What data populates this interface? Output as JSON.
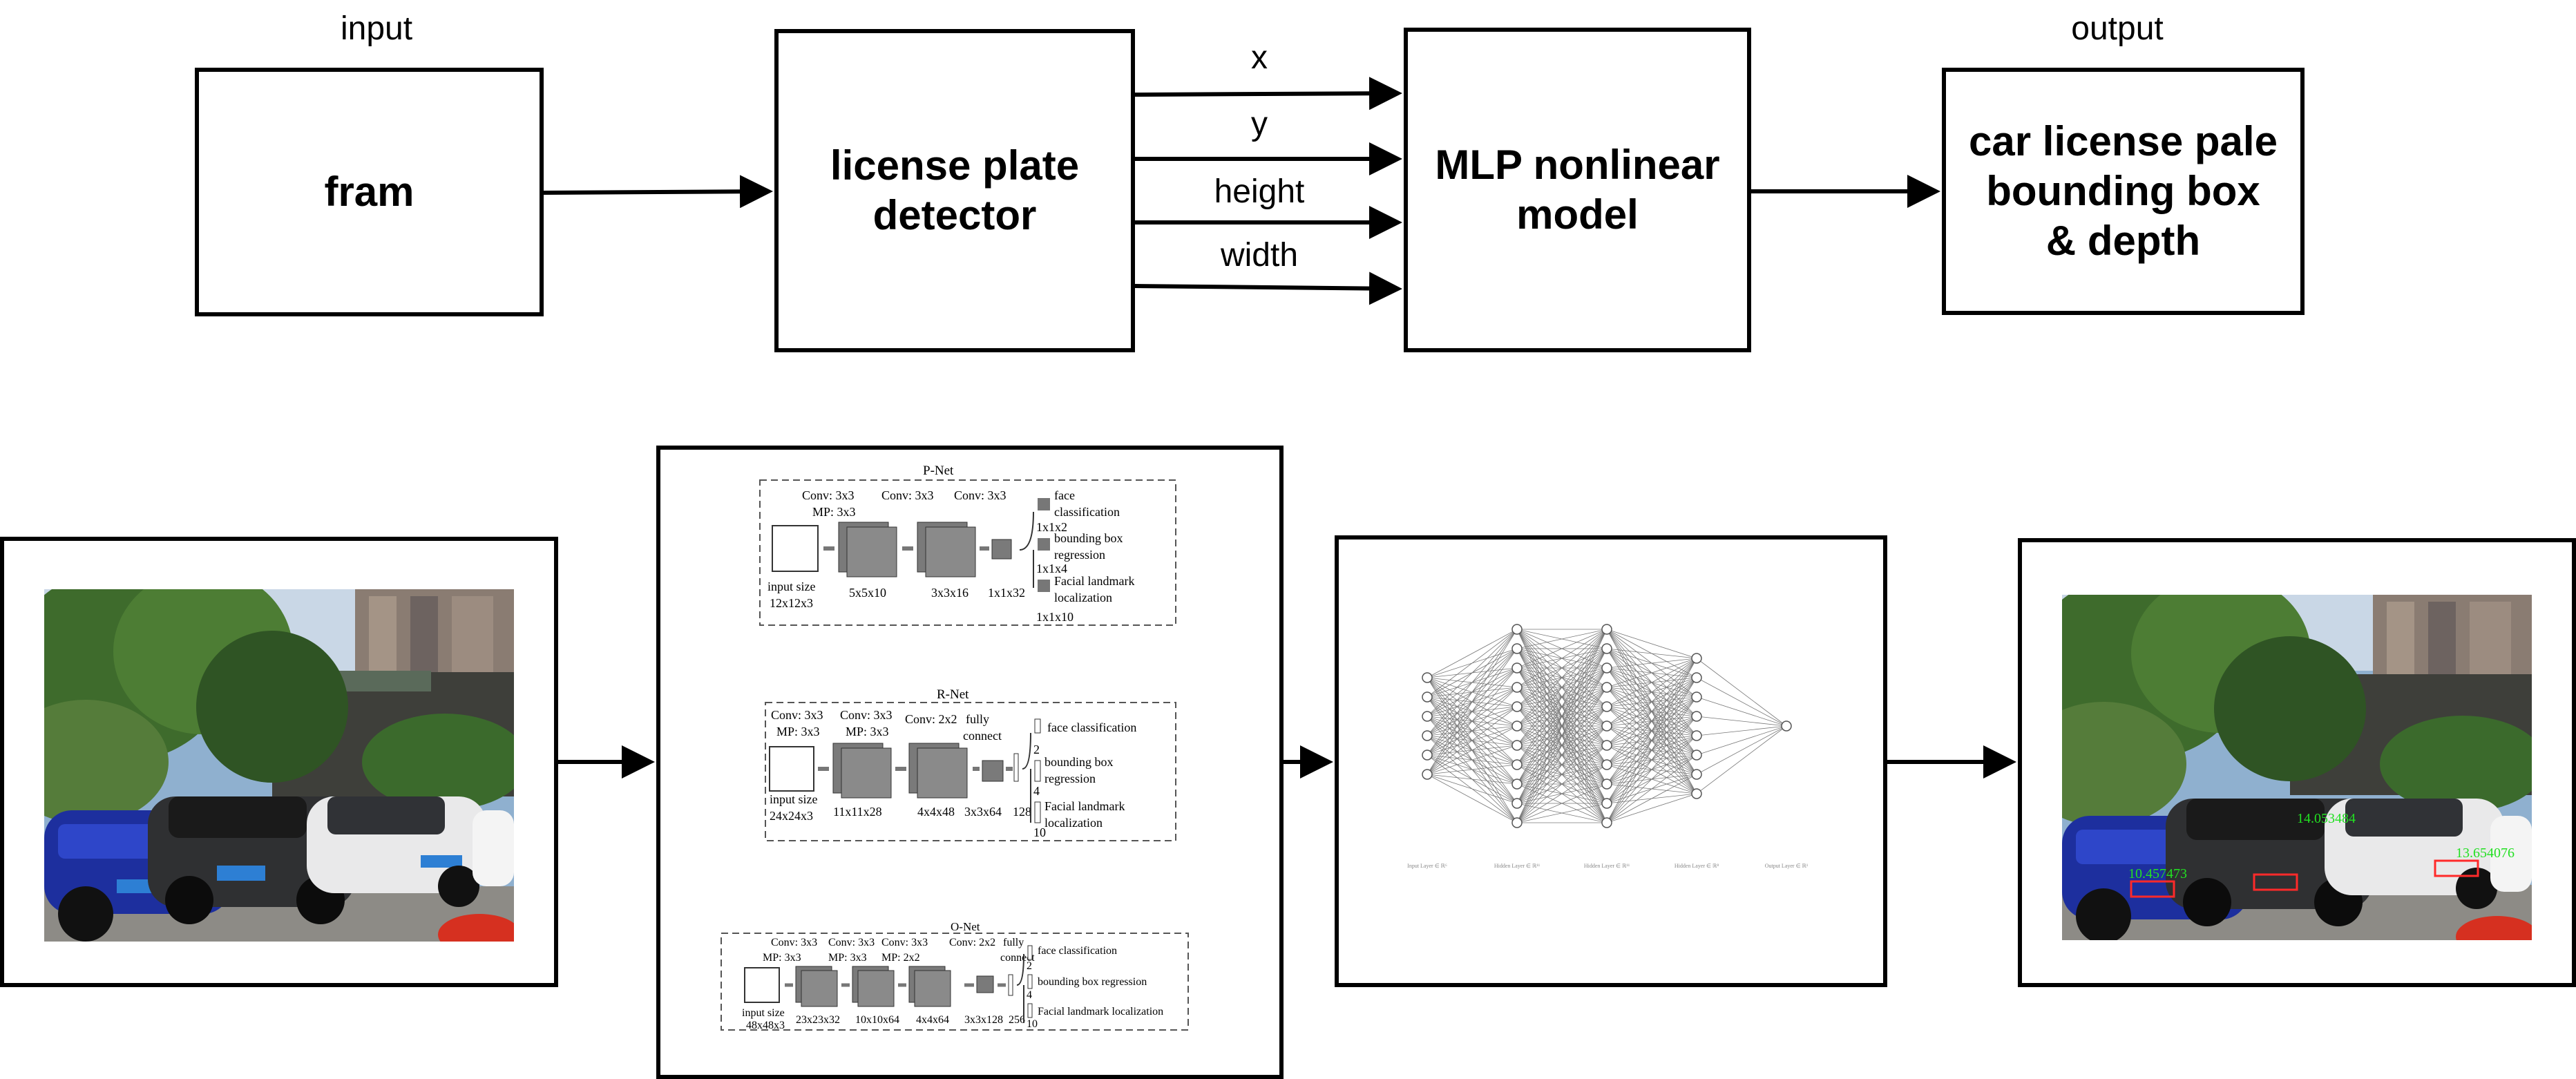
{
  "top_row": {
    "input_label": "input",
    "output_label": "output",
    "frame_box": "fram",
    "detector_box": [
      "license plate",
      "detector"
    ],
    "mlp_box": [
      "MLP nonlinear",
      "model"
    ],
    "output_box": [
      "car license pale",
      "bounding box",
      "& depth"
    ],
    "edge_labels": [
      "x",
      "y",
      "height",
      "width"
    ]
  },
  "pnet": {
    "title": "P-Net",
    "layer_labels": [
      "Conv: 3x3",
      "MP: 3x3",
      "Conv: 3x3",
      "Conv: 3x3"
    ],
    "input_label": [
      "input size",
      "12x12x3"
    ],
    "sizes": [
      "5x5x10",
      "3x3x16",
      "1x1x32"
    ],
    "out_dims": [
      "1x1x2",
      "1x1x4",
      "1x1x10"
    ],
    "outputs": [
      "face",
      "classification",
      "bounding box",
      "regression",
      "Facial landmark",
      "localization"
    ]
  },
  "rnet": {
    "title": "R-Net",
    "layer_labels": [
      "Conv: 3x3",
      "MP: 3x3",
      "Conv: 3x3",
      "MP: 3x3",
      "Conv: 2x2",
      "fully",
      "connect"
    ],
    "input_label": [
      "input size",
      "24x24x3"
    ],
    "sizes": [
      "11x11x28",
      "4x4x48",
      "3x3x64",
      "128"
    ],
    "out_dims": [
      "2",
      "4",
      "10"
    ],
    "outputs": [
      "face classification",
      "bounding box",
      "regression",
      "Facial landmark",
      "localization"
    ]
  },
  "onet": {
    "title": "O-Net",
    "layer_labels": [
      "Conv: 3x3",
      "MP: 3x3",
      "Conv: 3x3",
      "MP: 3x3",
      "Conv: 3x3",
      "MP: 2x2",
      "Conv: 2x2",
      "fully",
      "connect"
    ],
    "input_label": [
      "input size",
      "48x48x3"
    ],
    "sizes": [
      "23x23x32",
      "10x10x64",
      "4x4x64",
      "3x3x128",
      "256"
    ],
    "out_dims": [
      "2",
      "4",
      "10"
    ],
    "outputs": [
      "face classification",
      "bounding box regression",
      "Facial landmark localization"
    ]
  },
  "mlp_layers": {
    "counts": [
      6,
      11,
      11,
      8,
      1
    ],
    "labels": [
      "Input Layer ∈ ℝ⁶",
      "Hidden Layer ∈ ℝ¹¹",
      "Hidden Layer ∈ ℝ¹¹",
      "Hidden Layer ∈ ℝ⁸",
      "Output Layer ∈ ℝ¹"
    ]
  },
  "output_photo": {
    "depth_labels": [
      "10.457473",
      "14.053484",
      "13.654076"
    ],
    "text_color": "#22e022",
    "box_color": "#ff2a2a"
  }
}
